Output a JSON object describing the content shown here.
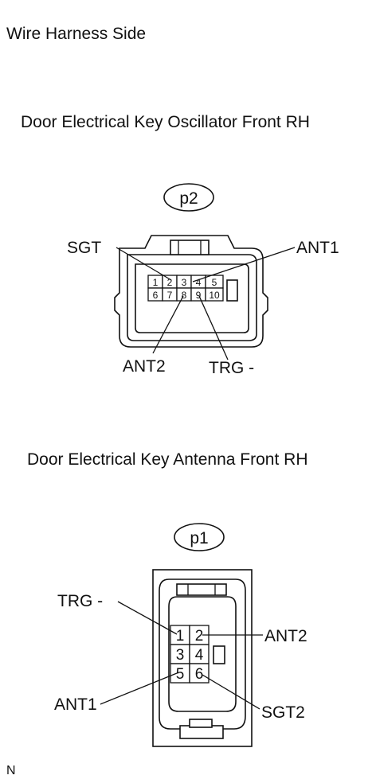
{
  "page_title": "Wire Harness Side",
  "footer_mark": "N",
  "connector_p2": {
    "title": "Door Electrical Key Oscillator Front RH",
    "code": "p2",
    "pins": [
      "1",
      "2",
      "3",
      "4",
      "5",
      "6",
      "7",
      "8",
      "9",
      "10"
    ],
    "labels": {
      "sgt": "SGT",
      "ant1": "ANT1",
      "ant2": "ANT2",
      "trg": "TRG -"
    }
  },
  "connector_p1": {
    "title": "Door Electrical Key Antenna Front RH",
    "code": "p1",
    "pins": [
      "1",
      "2",
      "3",
      "4",
      "5",
      "6"
    ],
    "labels": {
      "trg": "TRG -",
      "ant2": "ANT2",
      "ant1": "ANT1",
      "sgt2": "SGT2"
    }
  }
}
